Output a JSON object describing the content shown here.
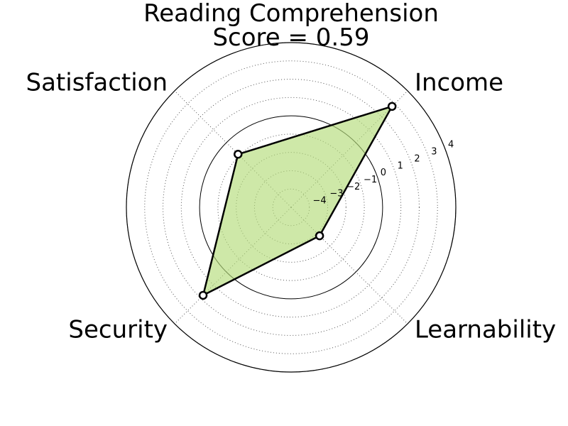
{
  "chart_data": {
    "type": "radar",
    "title": "Reading Comprehension",
    "subtitle": "Score = 0.59",
    "axes": [
      "Income",
      "Learnability",
      "Security",
      "Satisfaction"
    ],
    "values": [
      2.8,
      -2.8,
      1.8,
      -0.9
    ],
    "rlim": [
      -5,
      4
    ],
    "rticks": [
      -4,
      -3,
      -2,
      -1,
      0,
      1,
      2,
      3,
      4
    ],
    "rtick_labels": [
      "−4",
      "−3",
      "−2",
      "−1",
      "0",
      "1",
      "2",
      "3",
      "4"
    ],
    "grid": true,
    "colors": {
      "fill": "#b3dc7a",
      "edge": "#000000",
      "marker_face": "#ffffff",
      "grid": "#555555"
    }
  }
}
